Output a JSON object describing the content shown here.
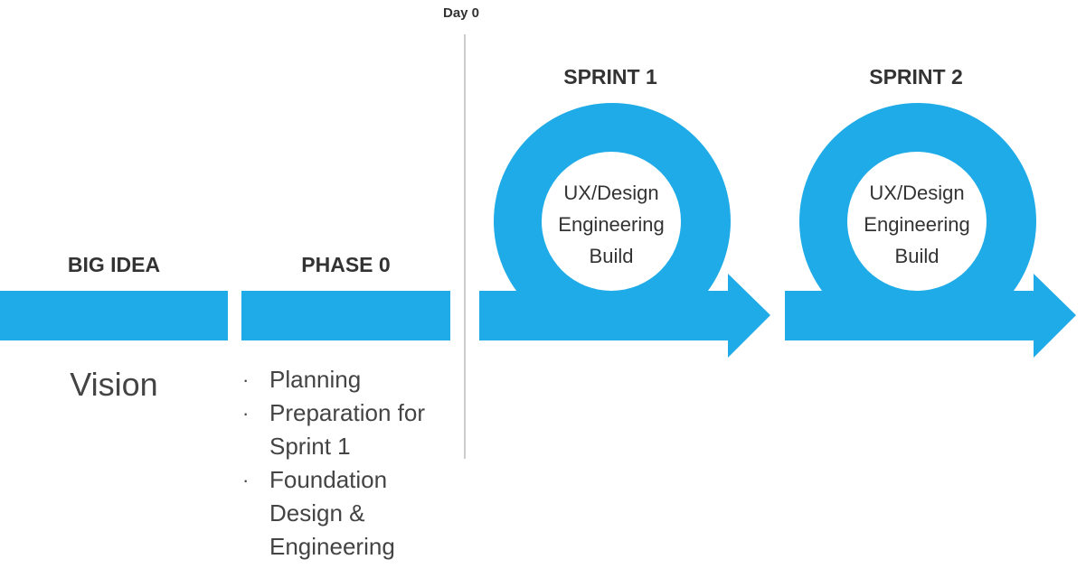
{
  "day_marker": "Day 0",
  "accent_color": "#1fabe7",
  "big_idea": {
    "title": "BIG IDEA",
    "description": "Vision"
  },
  "phase0": {
    "title": "PHASE 0",
    "items": [
      "Planning",
      "Preparation for Sprint 1",
      "Foundation Design & Engineering"
    ]
  },
  "sprints": [
    {
      "title": "SPRINT 1",
      "activities": [
        "UX/Design",
        "Engineering",
        "Build"
      ]
    },
    {
      "title": "SPRINT 2",
      "activities": [
        "UX/Design",
        "Engineering",
        "Build"
      ]
    }
  ]
}
